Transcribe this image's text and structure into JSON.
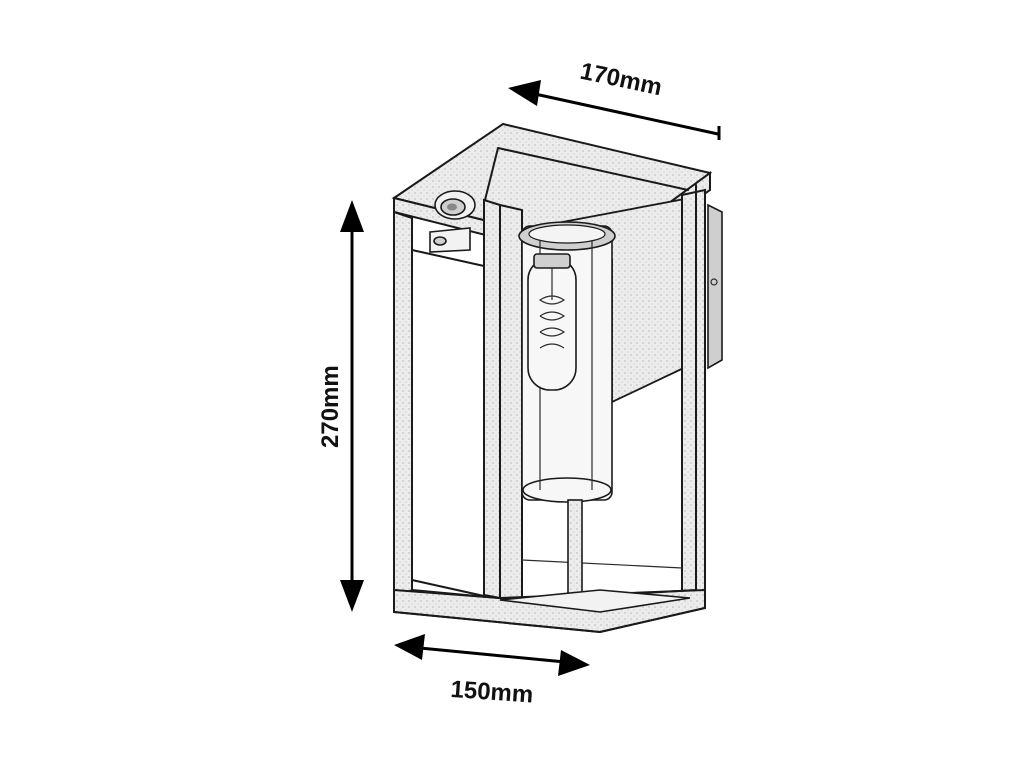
{
  "dimensions": {
    "depth": "170mm",
    "height": "270mm",
    "width": "150mm"
  },
  "colors": {
    "line": "#1a1a1a",
    "frame_fill": "#e9e9e9",
    "background": "#ffffff"
  }
}
